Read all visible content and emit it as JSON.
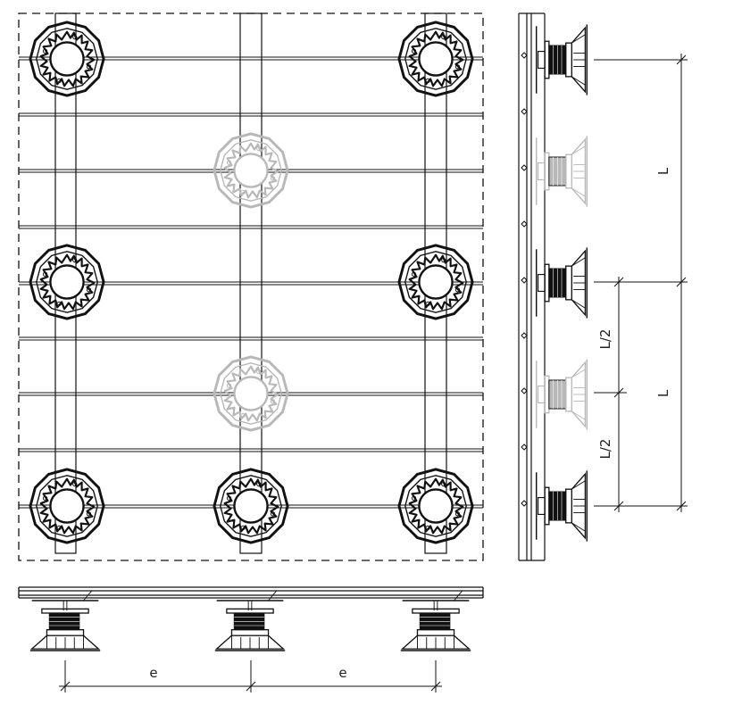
{
  "labels": {
    "span_L": "L",
    "span_half": "L/2",
    "spacing_e": "e"
  },
  "colors": {
    "line": "#111111",
    "faded": "#b8b8b8",
    "background": "#ffffff"
  },
  "icons": {
    "pedestal_top": "adjustable-pedestal-plan-icon",
    "pedestal_side": "adjustable-pedestal-elevation-icon"
  }
}
